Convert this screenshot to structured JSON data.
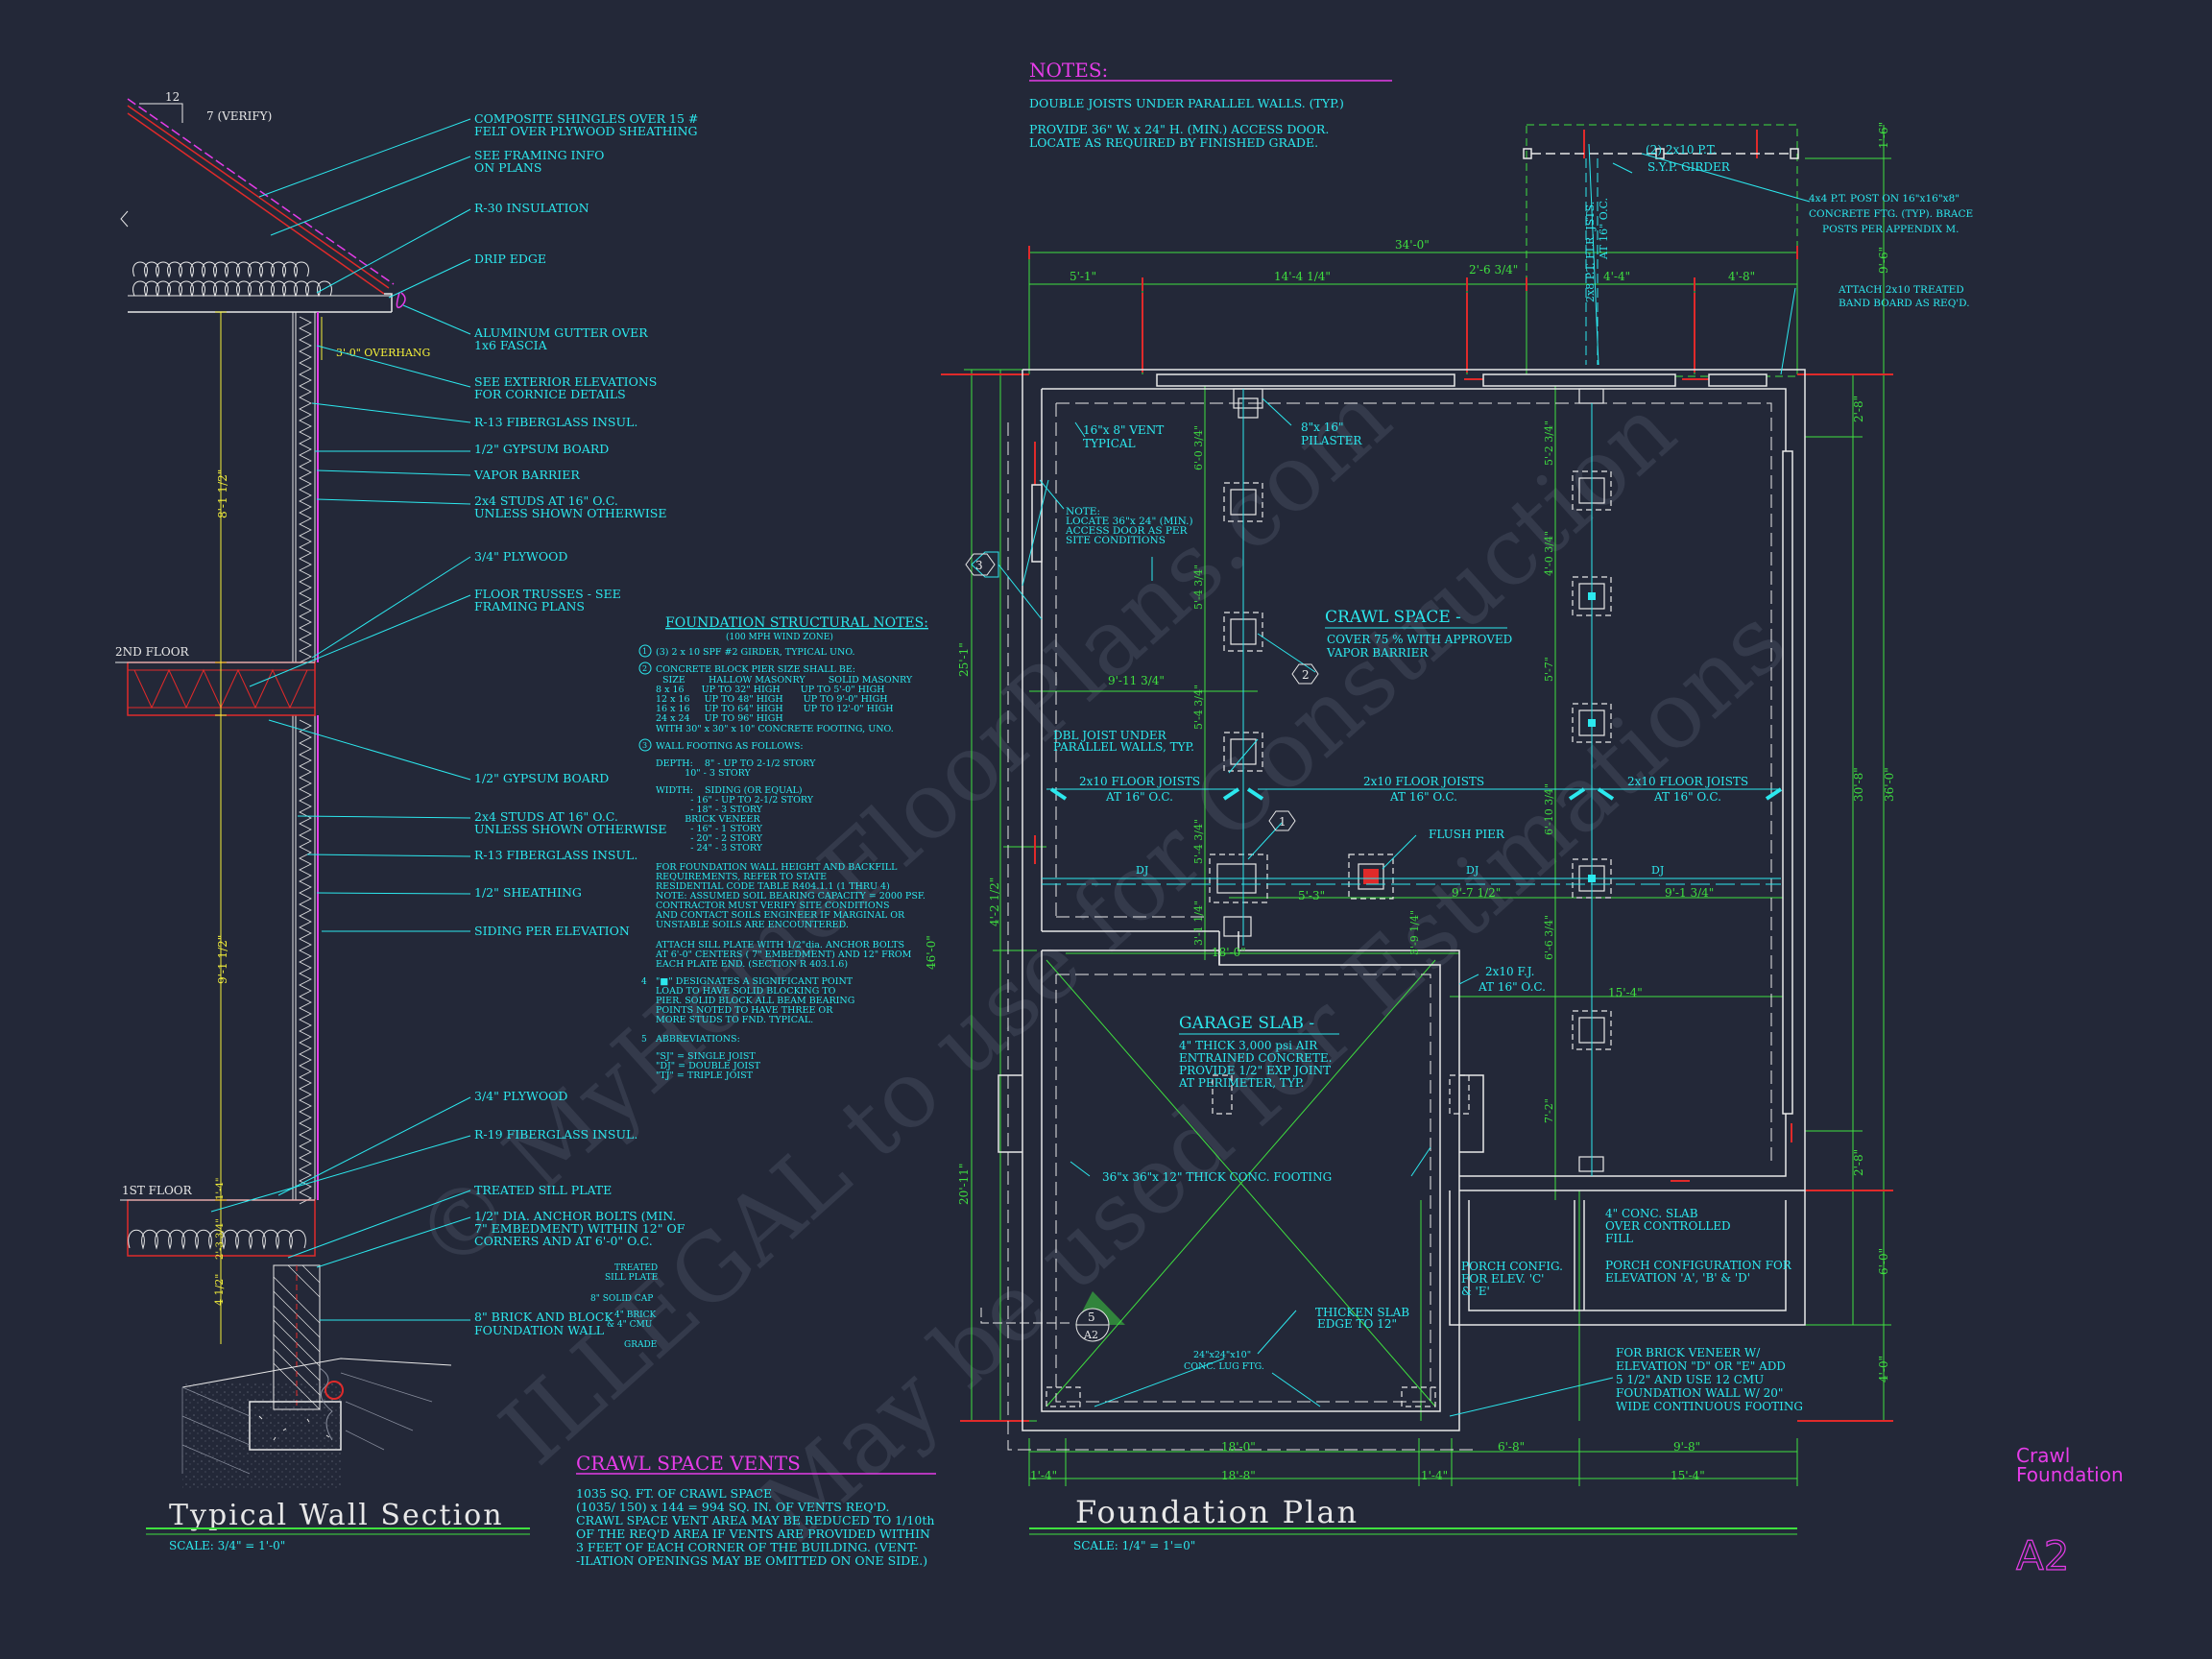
{
  "notes": {
    "title": "NOTES:",
    "lines": [
      "DOUBLE JOISTS UNDER PARALLEL WALLS. (TYP.)",
      "PROVIDE 36\" W. x 24\" H. (MIN.) ACCESS DOOR.",
      "LOCATE AS REQUIRED BY FINISHED GRADE."
    ]
  },
  "wall_section": {
    "title": "Typical Wall Section",
    "scale": "SCALE: 3/4\" = 1'-0\"",
    "pitch_run": "12",
    "pitch_rise": "7 (VERIFY)",
    "overhang": "3'-0\" OVERHANG",
    "level_2nd": "2ND FLOOR",
    "level_1st": "1ST FLOOR",
    "dim_upper": "8'-1 1/2\"",
    "dim_lower": "9'-1 1/2\"",
    "dim_base": "4 1/2\"",
    "dim_base2": "2'-3 3/4\"",
    "dim_base3": "1'-4\"",
    "callouts": [
      "COMPOSITE SHINGLES OVER 15 #",
      "FELT OVER PLYWOOD SHEATHING",
      "SEE FRAMING INFO",
      "ON PLANS",
      "R-30 INSULATION",
      "DRIP EDGE",
      "ALUMINUM GUTTER OVER",
      "1x6 FASCIA",
      "SEE EXTERIOR ELEVATIONS",
      "FOR CORNICE DETAILS",
      "R-13 FIBERGLASS INSUL.",
      "1/2\" GYPSUM BOARD",
      "VAPOR BARRIER",
      "2x4 STUDS AT 16\" O.C.",
      "UNLESS SHOWN OTHERWISE",
      "3/4\" PLYWOOD",
      "FLOOR TRUSSES - SEE",
      "FRAMING PLANS",
      "1/2\" GYPSUM BOARD",
      "2x4 STUDS AT 16\" O.C.",
      "UNLESS SHOWN OTHERWISE",
      "R-13 FIBERGLASS INSUL.",
      "1/2\" SHEATHING",
      "SIDING PER ELEVATION",
      "3/4\" PLYWOOD",
      "R-19 FIBERGLASS INSUL.",
      "TREATED SILL PLATE",
      "1/2\" DIA. ANCHOR BOLTS (MIN.",
      "7\" EMBEDMENT) WITHIN 12\" OF",
      "CORNERS AND AT 6'-0\" O.C.",
      "8\" BRICK AND BLOCK",
      "FOUNDATION WALL"
    ],
    "small_labels": [
      "TREATED",
      "SILL PLATE",
      "8\" SOLID CAP",
      "4\" BRICK",
      "& 4\" CMU",
      "GRADE"
    ]
  },
  "structural_notes": {
    "title": "FOUNDATION STRUCTURAL NOTES:",
    "subtitle": "(100 MPH WIND ZONE)",
    "lines": [
      "(3) 2 x 10 SPF #2 GIRDER, TYPICAL UNO.",
      "CONCRETE BLOCK PIER SIZE SHALL BE:",
      "SIZE        HALLOW MASONRY        SOLID MASONRY",
      "8 x 16      UP TO 32\" HIGH       UP TO 5'-0\" HIGH",
      "12 x 16     UP TO 48\" HIGH       UP TO 9'-0\" HIGH",
      "16 x 16     UP TO 64\" HIGH       UP TO 12'-0\" HIGH",
      "24 x 24     UP TO 96\" HIGH",
      "WITH 30\" x 30\" x 10\" CONCRETE FOOTING, UNO.",
      "WALL FOOTING AS FOLLOWS:",
      "DEPTH:    8\" - UP TO 2-1/2 STORY",
      "          10\" - 3 STORY",
      "WIDTH:    SIDING (OR EQUAL)",
      "            - 16\" - UP TO 2-1/2 STORY",
      "            - 18\" - 3 STORY",
      "          BRICK VENEER",
      "            - 16\" - 1 STORY",
      "            - 20\" - 2 STORY",
      "            - 24\" - 3 STORY",
      "FOR FOUNDATION WALL HEIGHT AND BACKFILL",
      "REQUIREMENTS, REFER TO STATE",
      "RESIDENTIAL CODE TABLE R404.1.1 (1 THRU 4)",
      "NOTE: ASSUMED SOIL BEARING CAPACITY = 2000 PSF.",
      "CONTRACTOR MUST VERIFY SITE CONDITIONS",
      "AND CONTACT SOILS ENGINEER IF MARGINAL OR",
      "UNSTABLE SOILS ARE ENCOUNTERED.",
      "ATTACH SILL PLATE WITH 1/2\"dia. ANCHOR BOLTS",
      "AT 6'-0\" CENTERS ( 7\" EMBEDMENT) AND 12\" FROM",
      "EACH PLATE END. (SECTION R 403.1.6)",
      "\"■\" DESIGNATES A SIGNIFICANT POINT",
      "LOAD TO HAVE SOLID BLOCKING TO",
      "PIER. SOLID BLOCK ALL BEAM BEARING",
      "POINTS NOTED TO HAVE THREE OR",
      "MORE STUDS TO FND. TYPICAL.",
      "ABBREVIATIONS:",
      "\"SJ\" = SINGLE JOIST",
      "\"DJ\" = DOUBLE JOIST",
      "\"TJ\" = TRIPLE JOIST"
    ]
  },
  "vents": {
    "title": "CRAWL SPACE VENTS",
    "lines": [
      "1035 SQ. FT. OF CRAWL SPACE",
      "(1035/ 150) x 144 = 994 SQ. IN. OF VENTS REQ'D.",
      "CRAWL SPACE VENT AREA MAY BE REDUCED TO 1/10th",
      "OF THE REQ'D AREA IF VENTS ARE PROVIDED WITHIN",
      "3 FEET OF EACH CORNER OF THE BUILDING. (VENT-",
      "-ILATION OPENINGS MAY BE OMITTED ON ONE SIDE.)"
    ]
  },
  "plan": {
    "title": "Foundation Plan",
    "scale": "SCALE: 1/4\" = 1'=0\"",
    "crawl_title": "CRAWL SPACE -",
    "crawl_note": [
      "COVER 75 % WITH APPROVED",
      "VAPOR BARRIER"
    ],
    "garage_title": "GARAGE SLAB -",
    "garage_note": [
      "4\" THICK 3,000 psi AIR",
      "ENTRAINED CONCRETE.",
      "PROVIDE 1/2\" EXP JOINT",
      "AT PERIMETER, TYP."
    ],
    "labels": {
      "vent": "16\"x 8\" VENT",
      "vent2": "TYPICAL",
      "pilaster": "8\"x 16\"",
      "pilaster2": "PILASTER",
      "access1": "NOTE:",
      "access2": "LOCATE 36\"x 24\" (MIN.)",
      "access3": "ACCESS DOOR AS PER",
      "access4": "SITE CONDITIONS",
      "dbl1": "DBL JOIST UNDER",
      "dbl2": "PARALLEL WALLS, TYP.",
      "joists": "2x10 FLOOR JOISTS",
      "joists_oc": "AT 16\" O.C.",
      "flush": "FLUSH PIER",
      "dj": "DJ",
      "fj": "2x10 F.J.",
      "fj2": "AT 16\" O.C.",
      "girder1": "(2) 2x10 P.T.",
      "girder2": "S.Y.P. GIRDER",
      "post1": "4x4 P.T. POST ON 16\"x16\"x8\"",
      "post2": "CONCRETE FTG. (TYP). BRACE",
      "post3": "POSTS PER APPENDIX M.",
      "band1": "ATTACH 2x10 TREATED",
      "band2": "BAND BOARD AS REQ'D.",
      "ptjsts1": "2x8 P.T. FLR. JSTS.",
      "ptjsts2": "AT 16\" O.C.",
      "footing": "36\"x 36\"x 12\" THICK CONC. FOOTING",
      "thicken1": "THICKEN SLAB",
      "thicken2": "EDGE TO 12\"",
      "lug1": "24\"x24\"x10\"",
      "lug2": "CONC. LUG FTG.",
      "porch1": "PORCH CONFIG.",
      "porch2": "FOR ELEV. 'C'",
      "porch3": "& 'E'",
      "porch4": "PORCH CONFIGURATION FOR",
      "porch5": "ELEVATION 'A', 'B' & 'D'",
      "slab1": "4\" CONC. SLAB",
      "slab2": "OVER CONTROLLED",
      "slab3": "FILL",
      "brick1": "FOR BRICK VENEER W/",
      "brick2": "ELEVATION \"D\" OR \"E\" ADD",
      "brick3": "5 1/2\" AND USE 12 CMU",
      "brick4": "FOUNDATION WALL W/ 20\"",
      "brick5": "WIDE CONTINUOUS FOOTING",
      "tag1": "1",
      "tag2": "2",
      "tag3": "3",
      "sec_num": "5",
      "sec_sheet": "A2"
    },
    "dims": {
      "top_overall": "34'-0\"",
      "top_a": "5'-1\"",
      "top_b": "14'-4 1/4\"",
      "top_c": "2'-6 3/4\"",
      "top_d": "4'-4\"",
      "top_e": "4'-8\"",
      "nine_eleven": "9'-11 3/4\"",
      "eighteen": "18'-0\"",
      "five_three": "5'-3\"",
      "nine_seven": "9'-7 1/2\"",
      "nine_one": "9'-1 3/4\"",
      "fifteen_four": "15'-4\"",
      "bot_a": "18'-0\"",
      "bot_b": "6'-8\"",
      "bot_c": "9'-8\"",
      "bot_d": "1'-4\"",
      "bot_e": "18'-8\"",
      "bot_f": "1'-4\"",
      "bot_g": "15'-4\"",
      "left_overall": "46'-0\"",
      "left_a": "25'-1\"",
      "left_b": "20'-11\"",
      "left_c": "4'-2 1/2\"",
      "right_overall": "36'-0\"",
      "right_a": "30'-8\"",
      "right_b": "2'-8\"",
      "right_c": "2'-8\"",
      "right_d": "6'-0\"",
      "right_e": "4'-0\"",
      "right_f": "9'-6\"",
      "right_g": "1'-6\"",
      "inner_a": "6'-0 3/4\"",
      "inner_b": "5'-4 3/4\"",
      "inner_c": "5'-4 3/4\"",
      "inner_d": "5'-4 3/4\"",
      "inner_e": "3'-1 1/4\"",
      "mid_a": "5'-2 3/4\"",
      "mid_b": "4'-0 3/4\"",
      "mid_c": "5'-7\"",
      "mid_d": "6'-10 3/4\"",
      "mid_e": "6'-6 3/4\"",
      "mid_f": "7'-2\"",
      "mid_g": "3'-9 1/4\""
    }
  },
  "title_block": {
    "line1": "Crawl",
    "line2": "Foundation",
    "sheet": "A2"
  },
  "watermark": [
    "© MyHomeFloorPlans.com",
    "ILLEGAL to use for Construction",
    "May be used for Estimations"
  ],
  "colors": {
    "background": "#232838",
    "cyan": "#2ce8ee",
    "magenta": "#e63ce8",
    "green": "#3fe03f",
    "red": "#e02a2a",
    "white": "#e8e8e8",
    "yellow": "#f4f03a"
  }
}
